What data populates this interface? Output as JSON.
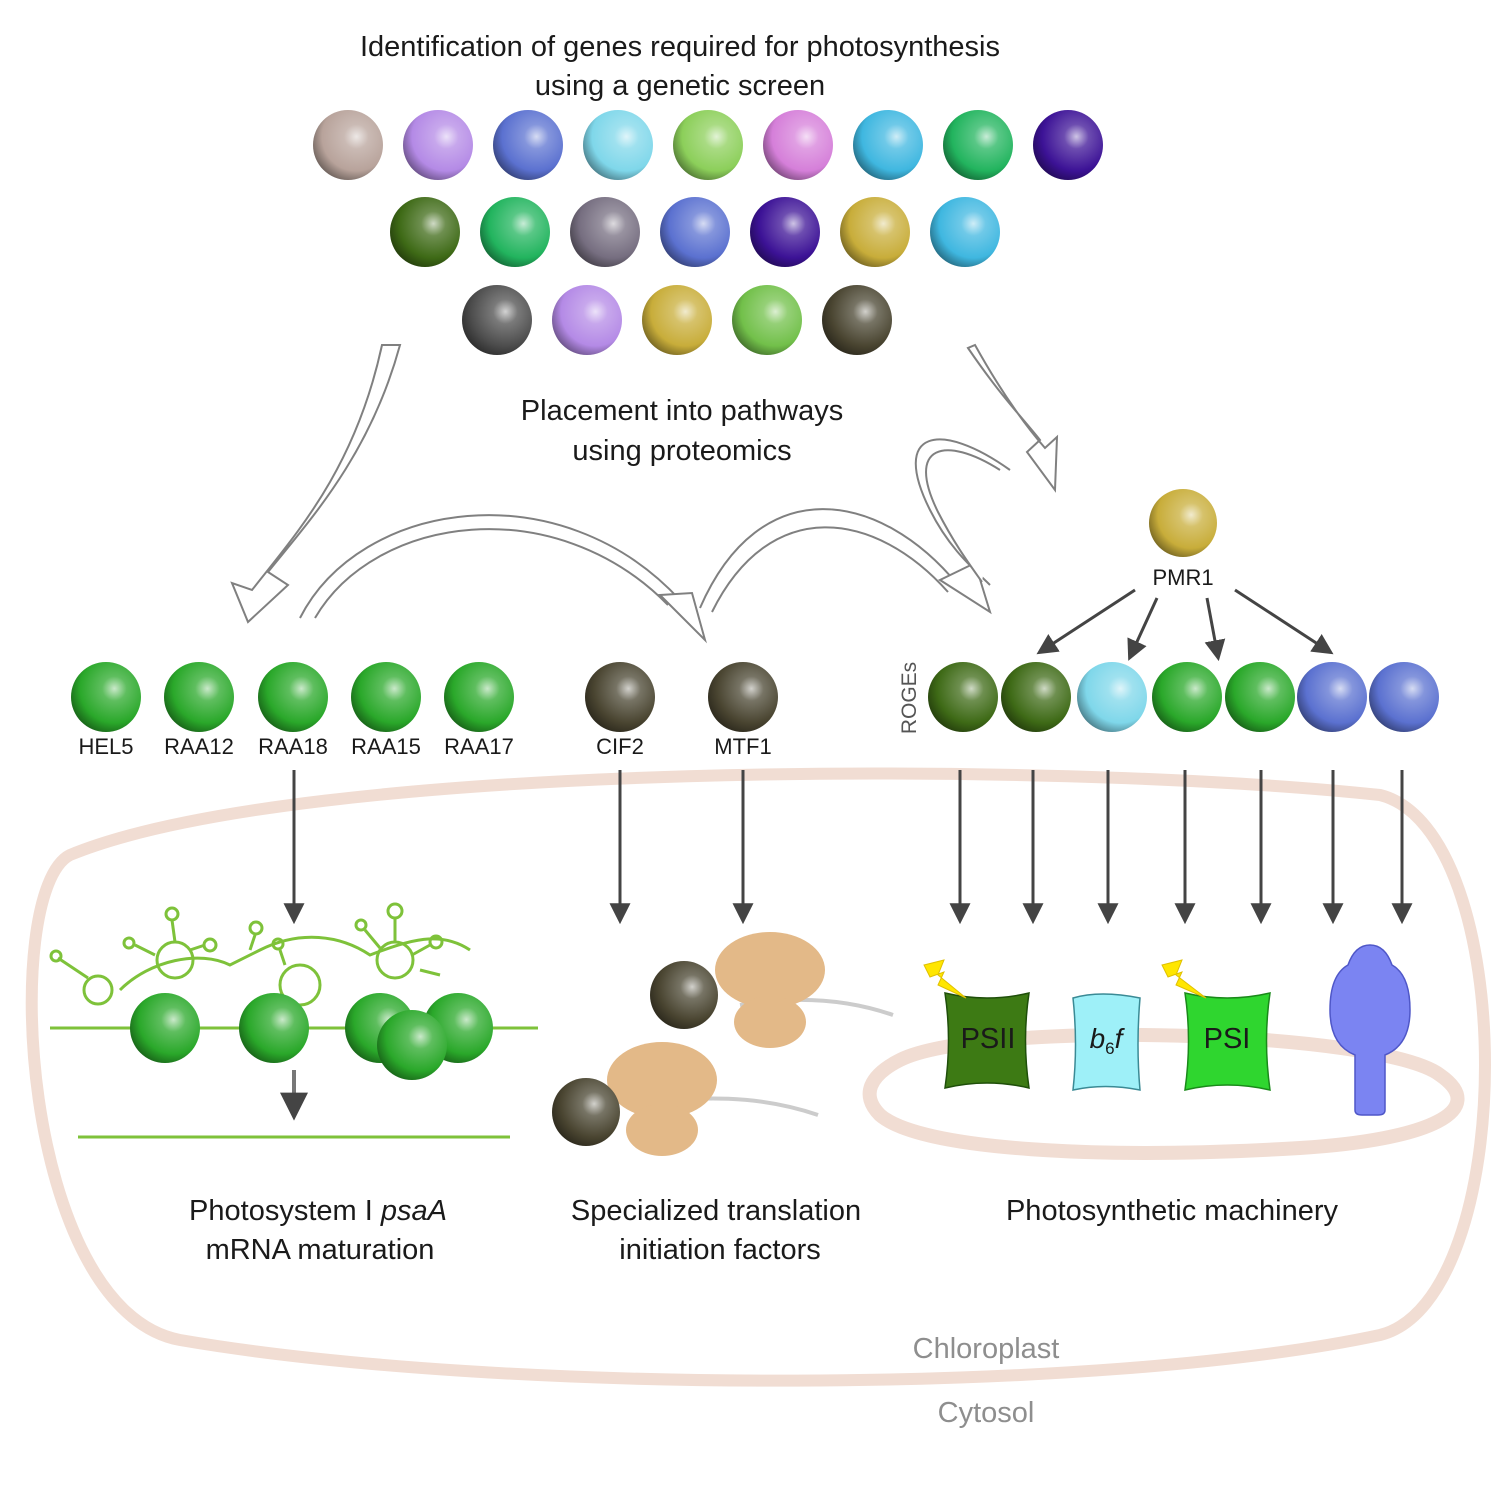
{
  "title": {
    "line1": "Identification of genes required for photosynthesis",
    "line2": "using a genetic screen"
  },
  "placement": {
    "line1": "Placement into pathways",
    "line2": "using proteomics"
  },
  "screen_gene_colors": [
    [
      "#b8a39b",
      "#b48ae6",
      "#5b71d0",
      "#7fd7ea",
      "#8ccf5a",
      "#d57fd9",
      "#3fb7e0",
      "#22b45e",
      "#3c1296"
    ],
    [
      "#3e6a16",
      "#22b45e",
      "#766e80",
      "#5b71d0",
      "#3c1296",
      "#c8ad3a",
      "#3fb7e0"
    ],
    [
      "#4d4d4d",
      "#b48ae6",
      "#c8ad3a",
      "#72c04a",
      "#4a4531"
    ]
  ],
  "psaA_group": {
    "genes": [
      "HEL5",
      "RAA12",
      "RAA18",
      "RAA15",
      "RAA17"
    ],
    "color": "#2aa82a",
    "caption_line1_prefix": "Photosystem I ",
    "caption_line1_italic": "psaA",
    "caption_line2": "mRNA maturation"
  },
  "translation_group": {
    "genes": [
      "CIF2",
      "MTF1"
    ],
    "color": "#4a4531",
    "caption_line1": "Specialized translation",
    "caption_line2": "initiation factors"
  },
  "roges_group": {
    "side_label": "ROGEs",
    "regulator": "PMR1",
    "regulator_color": "#c8ad3a",
    "gene_colors": [
      "#3e6a16",
      "#3e6a16",
      "#7fd7ea",
      "#2aa82a",
      "#2aa82a",
      "#5b71d0",
      "#5b71d0"
    ],
    "caption": "Photosynthetic machinery"
  },
  "complexes": {
    "psii": "PSII",
    "b6f_main": "b",
    "b6f_sub": "6",
    "b6f_suffix": "f",
    "psi": "PSI",
    "psii_color": "#3d7a14",
    "b6f_color": "#9ef0f8",
    "psi_color": "#2fd62f",
    "atp_synthase_color": "#7b84f2"
  },
  "regions": {
    "chloroplast": "Chloroplast",
    "cytosol": "Cytosol"
  },
  "colors": {
    "arrow": "#444444",
    "membrane": "#f1ddd3",
    "mrna": "#7ec23a",
    "ribosome": "#e3b988",
    "outline_arrow": "#808080"
  }
}
